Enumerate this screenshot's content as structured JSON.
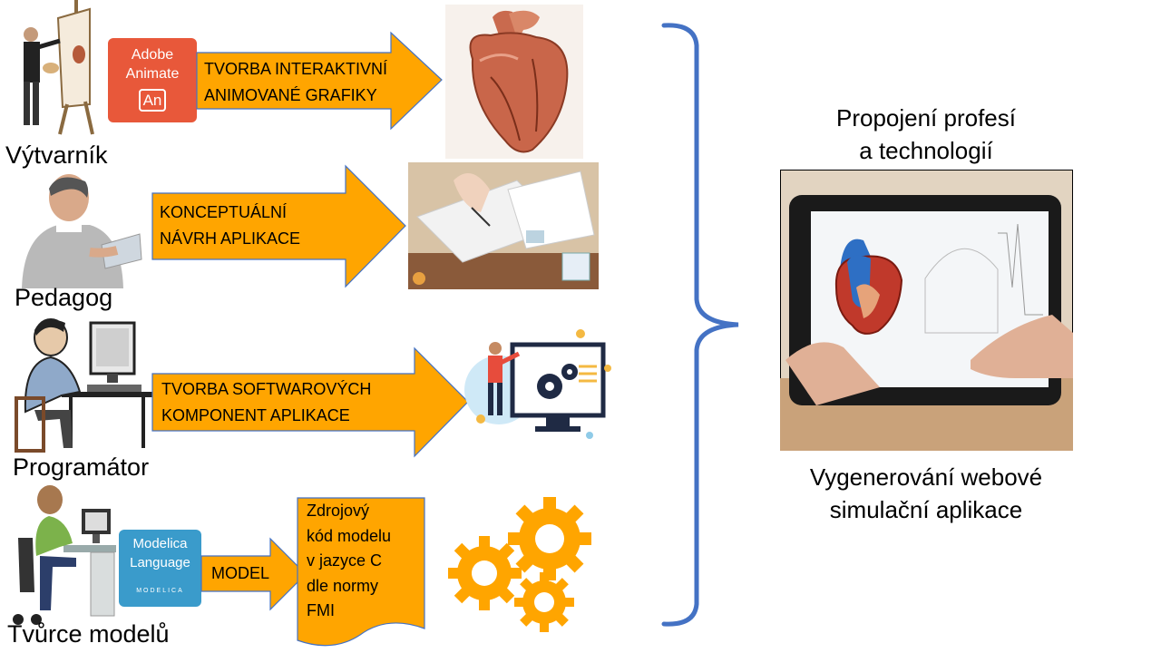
{
  "roles": [
    {
      "label": "Výtvarník",
      "arrow_lines": [
        "TVORBA INTERAKTIVNÍ",
        "ANIMOVANÉ GRAFIKY"
      ],
      "logo_lines": [
        "Adobe",
        "Animate"
      ],
      "logo_mark": "An"
    },
    {
      "label": "Pedagog",
      "arrow_lines": [
        "KONCEPTUÁLNÍ",
        "NÁVRH APLIKACE"
      ]
    },
    {
      "label": "Programátor",
      "arrow_lines": [
        "TVORBA SOFTWAROVÝCH",
        "KOMPONENT APLIKACE"
      ]
    },
    {
      "label": "Tvůrce modelů",
      "arrow_lines": [
        "MODEL"
      ],
      "logo_lines": [
        "Modelica",
        "Language"
      ],
      "logo_mark": "MODELICA"
    }
  ],
  "document_lines": [
    "Zdrojový",
    "kód modelu",
    "v jazyce C",
    "dle normy",
    "FMI"
  ],
  "result": {
    "top_lines": [
      "Propojení profesí",
      "a technologií"
    ],
    "bottom_lines": [
      "Vygenerování webové",
      "simulační aplikace"
    ]
  },
  "colors": {
    "arrow_fill": "#FFA500",
    "arrow_stroke": "#4472C4",
    "brace": "#4472C4",
    "animate_logo": "#E8583A",
    "modelica_logo": "#3A9BCB",
    "gear": "#FFA500"
  },
  "icons": [
    "artist-figure-icon",
    "teacher-figure-icon",
    "programmer-figure-icon",
    "modeler-figure-icon",
    "heart-image",
    "desk-papers-image",
    "developer-gears-image",
    "gears-icon",
    "tablet-heart-image"
  ]
}
